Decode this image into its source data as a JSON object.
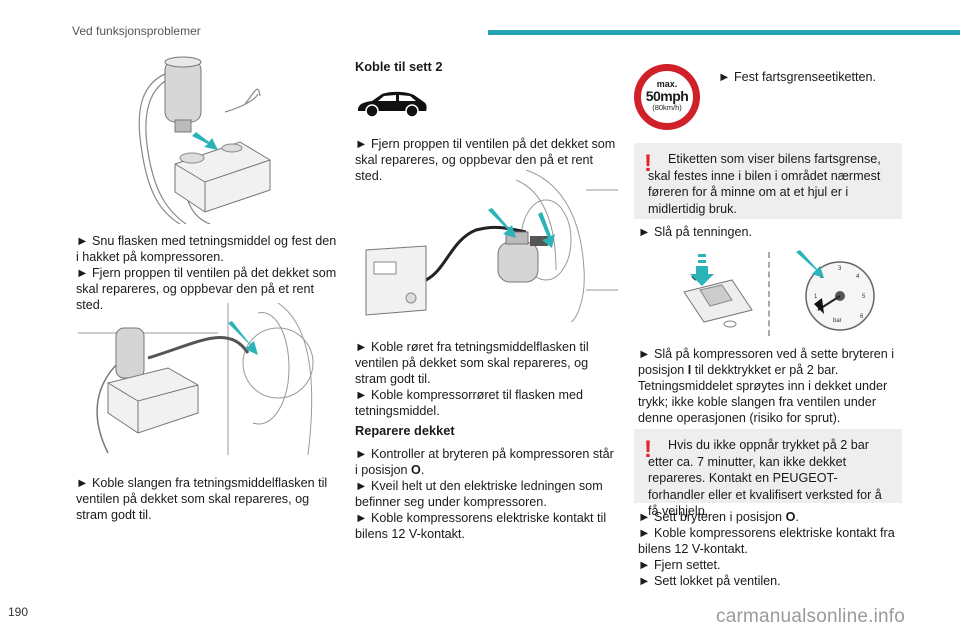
{
  "header": {
    "section_title": "Ved funksjonsproblemer"
  },
  "page_number": "190",
  "watermark": "carmanualsonline.info",
  "col1": {
    "steps_a": [
      "► Snu flasken med tetningsmiddel og fest den i hakket på kompressoren.",
      "► Fjern proppen til ventilen på det dekket som skal repareres, og oppbevar den på et rent sted."
    ],
    "steps_b": [
      "► Koble slangen fra tetningsmiddelflasken til ventilen på dekket som skal repareres, og stram godt til."
    ]
  },
  "col2": {
    "heading_kit2": "Koble til sett 2",
    "step_kit2": "► Fjern proppen til ventilen på det dekket som skal repareres, og oppbevar den på et rent sted.",
    "steps_connect": [
      "► Koble røret fra tetningsmiddelflasken til ventilen på dekket som skal repareres, og stram godt til.",
      "► Koble kompressorrøret til flasken med tetningsmiddel."
    ],
    "heading_repair": "Reparere dekket",
    "steps_repair": [
      {
        "pre": "► Kontroller at bryteren på kompressoren står i posisjon ",
        "bold": "O",
        "post": "."
      },
      {
        "pre": "► Kveil helt ut den elektriske ledningen som befinner seg under kompressoren.",
        "bold": "",
        "post": ""
      },
      {
        "pre": "► Koble kompressorens elektriske kontakt til bilens 12 V-kontakt.",
        "bold": "",
        "post": ""
      }
    ]
  },
  "col3": {
    "speed_sign": {
      "line1": "max.",
      "line2": "50mph",
      "line3": "(80km/h)"
    },
    "step_label": "► Fest fartsgrenseetiketten.",
    "warning1": "Etiketten som viser bilens fartsgrense, skal festes inne i bilen i området nærmest føreren for å minne om at et hjul er i midlertidig bruk.",
    "step_ignition": "► Slå på tenningen.",
    "gauge_unit": "bar",
    "step_compressor": {
      "pre": "► Slå på kompressoren ved å sette bryteren i posisjon ",
      "bold": "I",
      "post": " til dekktrykket er på 2 bar. Tetningsmiddelet sprøytes inn i dekket under trykk; ikke koble slangen fra ventilen under denne operasjonen (risiko for sprut)."
    },
    "warning2": "Hvis du ikke oppnår trykket på 2 bar etter ca. 7 minutter, kan ikke dekket repareres. Kontakt en PEUGEOT-forhandler eller et kvalifisert verksted for å få veihjelp.",
    "steps_final": [
      {
        "pre": "► Sett bryteren i posisjon ",
        "bold": "O",
        "post": "."
      },
      {
        "pre": "► Koble kompressorens elektriske kontakt fra bilens 12 V-kontakt.",
        "bold": "",
        "post": ""
      },
      {
        "pre": "► Fjern settet.",
        "bold": "",
        "post": ""
      },
      {
        "pre": "► Sett lokket på ventilen.",
        "bold": "",
        "post": ""
      }
    ]
  },
  "colors": {
    "accent": "#26a3b0",
    "warning": "#e4232c",
    "arrow": "#2bb3b7",
    "sign_red": "#d0202a"
  }
}
